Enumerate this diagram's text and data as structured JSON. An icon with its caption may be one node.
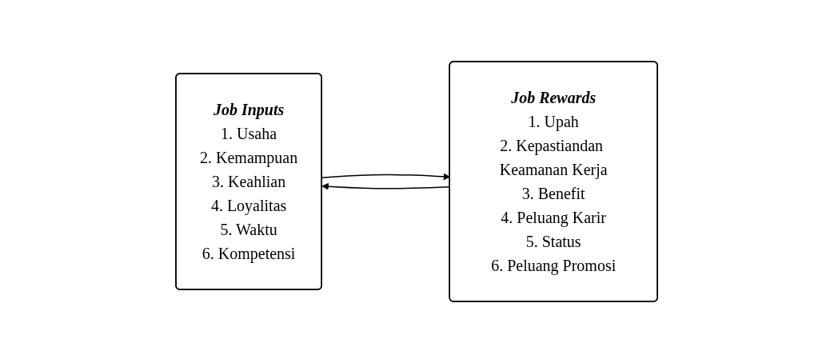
{
  "diagram": {
    "nodes": [
      {
        "text": [
          "Job Inputs",
          "1. Usaha",
          "2. Kemampuan",
          "3. Keahlian",
          "4. Loyalitas",
          "5. Waktu",
          "6. Kompetensi"
        ]
      },
      {
        "text": [
          "Job Rewards",
          "1. Upah",
          "2. Kepastiandan Keamanan Kerja",
          "3. Benefit",
          "4. Peluang Karir",
          "5. Status",
          "6. Peluang Promosi"
        ]
      }
    ],
    "edges": [
      {
        "from": 1,
        "to": 0,
        "arrow": "to"
      },
      {
        "from": 0,
        "to": 1,
        "arrow": "to"
      }
    ]
  }
}
